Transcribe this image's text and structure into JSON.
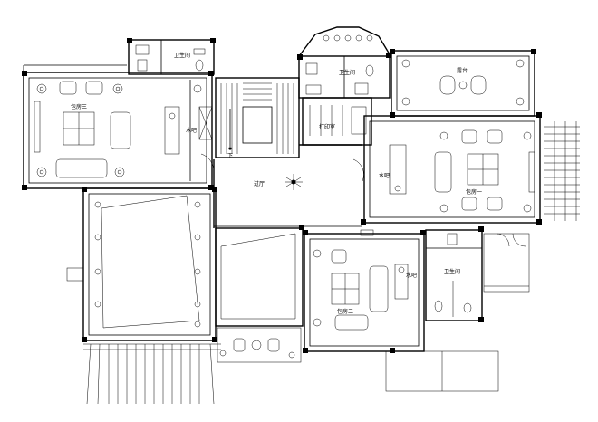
{
  "rooms": {
    "bathroom_top_left": "卫生间",
    "private_room_3": "包房三",
    "water_bar_left": "水吧",
    "bathroom_top_center": "卫生间",
    "print_room": "打印室",
    "terrace": "露台",
    "hall": "过厅",
    "water_bar_center": "水吧",
    "private_room_1": "包房一",
    "private_room_2": "包房二",
    "water_bar_lower": "水吧",
    "bathroom_lower_right": "卫生间"
  },
  "stair_marks": {
    "down": "下"
  }
}
